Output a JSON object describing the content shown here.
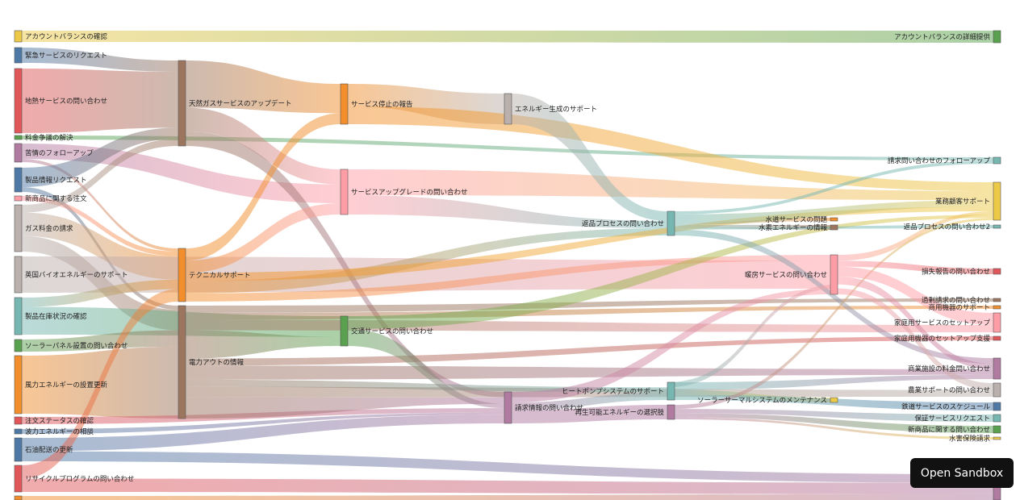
{
  "button": {
    "label": "Open Sandbox"
  },
  "chart_data": {
    "type": "sankey",
    "nodes": [
      {
        "id": "n0",
        "label": "アカウントバランスの確認",
        "color": "#edc948"
      },
      {
        "id": "n1",
        "label": "緊急サービスのリクエスト",
        "color": "#4e79a7"
      },
      {
        "id": "n2",
        "label": "地熱サービスの問い合わせ",
        "color": "#e15759"
      },
      {
        "id": "n3",
        "label": "料金争議の解決",
        "color": "#59a14f"
      },
      {
        "id": "n4",
        "label": "苦情のフォローアップ",
        "color": "#b07aa1"
      },
      {
        "id": "n5",
        "label": "製品情報リクエスト",
        "color": "#4e79a7"
      },
      {
        "id": "n6",
        "label": "新商品に関する注文",
        "color": "#ff9da7"
      },
      {
        "id": "n7",
        "label": "ガス料金の請求",
        "color": "#bab0ac"
      },
      {
        "id": "n8",
        "label": "英国バイオエネルギーのサポート",
        "color": "#bab0ac"
      },
      {
        "id": "n9",
        "label": "製品在庫状況の確認",
        "color": "#76b7b2"
      },
      {
        "id": "n10",
        "label": "ソーラーパネル設置の問い合わせ",
        "color": "#59a14f"
      },
      {
        "id": "n11",
        "label": "風力エネルギーの設置更新",
        "color": "#f28e2b"
      },
      {
        "id": "n12",
        "label": "注文ステータスの確認",
        "color": "#e15759"
      },
      {
        "id": "n13",
        "label": "波力エネルギーの相談",
        "color": "#4e79a7"
      },
      {
        "id": "n14",
        "label": "石油配送の更新",
        "color": "#4e79a7"
      },
      {
        "id": "n15",
        "label": "リサイクルプログラムの問い合わせ",
        "color": "#e15759"
      },
      {
        "id": "n16",
        "label": "",
        "color": "#f28e2b"
      },
      {
        "id": "n17",
        "label": "天然ガスサービスのアップデート",
        "color": "#9c755f"
      },
      {
        "id": "n18",
        "label": "テクニカルサポート",
        "color": "#f28e2b"
      },
      {
        "id": "n19",
        "label": "電力アウトの情報",
        "color": "#9c755f"
      },
      {
        "id": "n20",
        "label": "サービス停止の報告",
        "color": "#f28e2b"
      },
      {
        "id": "n21",
        "label": "サービスアップグレードの問い合わせ",
        "color": "#ff9da7"
      },
      {
        "id": "n22",
        "label": "交通サービスの問い合わせ",
        "color": "#59a14f"
      },
      {
        "id": "n23",
        "label": "エネルギー生成のサポート",
        "color": "#bab0ac"
      },
      {
        "id": "n24",
        "label": "請求情報の問い合わせ",
        "color": "#b07aa1"
      },
      {
        "id": "n25",
        "label": "返品プロセスの問い合わせ",
        "color": "#76b7b2"
      },
      {
        "id": "n26",
        "label": "ヒートポンプシステムのサポート",
        "color": "#76b7b2"
      },
      {
        "id": "n27",
        "label": "再生可能エネルギーの選択肢",
        "color": "#b07aa1"
      },
      {
        "id": "n28",
        "label": "水道サービスの問題",
        "color": "#f28e2b"
      },
      {
        "id": "n29",
        "label": "水素エネルギーの情報",
        "color": "#9c755f"
      },
      {
        "id": "n30",
        "label": "暖房サービスの問い合わせ",
        "color": "#ff9da7"
      },
      {
        "id": "n31",
        "label": "ソーラーサーマルシステムのメンテナンス",
        "color": "#edc948"
      },
      {
        "id": "n32",
        "label": "アカウントバランスの詳細提供",
        "color": "#59a14f"
      },
      {
        "id": "n33",
        "label": "請求問い合わせのフォローアップ",
        "color": "#76b7b2"
      },
      {
        "id": "n34",
        "label": "業務顧客サポート",
        "color": "#edc948"
      },
      {
        "id": "n35",
        "label": "返品プロセスの問い合わせ2",
        "color": "#76b7b2"
      },
      {
        "id": "n36",
        "label": "損失報告の問い合わせ",
        "color": "#e15759"
      },
      {
        "id": "n37",
        "label": "過剰請求の問い合わせ",
        "color": "#9c755f"
      },
      {
        "id": "n38",
        "label": "商用機器のサポート",
        "color": "#f28e2b"
      },
      {
        "id": "n39",
        "label": "家庭用サービスのセットアップ",
        "color": "#ff9da7"
      },
      {
        "id": "n40",
        "label": "家庭用機器のセットアップ支援",
        "color": "#e15759"
      },
      {
        "id": "n41",
        "label": "商業施設の料金問い合わせ",
        "color": "#b07aa1"
      },
      {
        "id": "n42",
        "label": "農業サポートの問い合わせ",
        "color": "#bab0ac"
      },
      {
        "id": "n43",
        "label": "鉄道サービスのスケジュール",
        "color": "#4e79a7"
      },
      {
        "id": "n44",
        "label": "保証サービスリクエスト",
        "color": "#76b7b2"
      },
      {
        "id": "n45",
        "label": "新商品に関する問い合わせ",
        "color": "#59a14f"
      },
      {
        "id": "n46",
        "label": "水害保険請求",
        "color": "#edc948"
      },
      {
        "id": "n47",
        "label": "",
        "color": "#b07aa1"
      }
    ],
    "links": [
      {
        "source": "n0",
        "target": "n32",
        "value": 8
      },
      {
        "source": "n1",
        "target": "n17",
        "value": 8
      },
      {
        "source": "n2",
        "target": "n17",
        "value": 40
      },
      {
        "source": "n3",
        "target": "n33",
        "value": 2
      },
      {
        "source": "n4",
        "target": "n21",
        "value": 10
      },
      {
        "source": "n4",
        "target": "n18",
        "value": 2
      },
      {
        "source": "n5",
        "target": "n17",
        "value": 8
      },
      {
        "source": "n5",
        "target": "n19",
        "value": 2
      },
      {
        "source": "n6",
        "target": "n18",
        "value": 3
      },
      {
        "source": "n7",
        "target": "n17",
        "value": 5
      },
      {
        "source": "n7",
        "target": "n18",
        "value": 15
      },
      {
        "source": "n7",
        "target": "n19",
        "value": 10
      },
      {
        "source": "n8",
        "target": "n30",
        "value": 20
      },
      {
        "source": "n9",
        "target": "n18",
        "value": 6
      },
      {
        "source": "n9",
        "target": "n22",
        "value": 18
      },
      {
        "source": "n10",
        "target": "n19",
        "value": 8
      },
      {
        "source": "n11",
        "target": "n19",
        "value": 35
      },
      {
        "source": "n12",
        "target": "n24",
        "value": 4
      },
      {
        "source": "n13",
        "target": "n24",
        "value": 2
      },
      {
        "source": "n14",
        "target": "n24",
        "value": 8
      },
      {
        "source": "n14",
        "target": "n47",
        "value": 6
      },
      {
        "source": "n15",
        "target": "n18",
        "value": 8
      },
      {
        "source": "n15",
        "target": "n47",
        "value": 8
      },
      {
        "source": "n16",
        "target": "n47",
        "value": 4
      },
      {
        "source": "n17",
        "target": "n20",
        "value": 16
      },
      {
        "source": "n17",
        "target": "n21",
        "value": 8
      },
      {
        "source": "n17",
        "target": "n24",
        "value": 5
      },
      {
        "source": "n18",
        "target": "n20",
        "value": 6
      },
      {
        "source": "n18",
        "target": "n21",
        "value": 6
      },
      {
        "source": "n18",
        "target": "n30",
        "value": 4
      },
      {
        "source": "n18",
        "target": "n25",
        "value": 6
      },
      {
        "source": "n18",
        "target": "n34",
        "value": 4
      },
      {
        "source": "n19",
        "target": "n22",
        "value": 8
      },
      {
        "source": "n19",
        "target": "n24",
        "value": 6
      },
      {
        "source": "n19",
        "target": "n37",
        "value": 2
      },
      {
        "source": "n19",
        "target": "n38",
        "value": 2
      },
      {
        "source": "n19",
        "target": "n39",
        "value": 3
      },
      {
        "source": "n19",
        "target": "n40",
        "value": 2
      },
      {
        "source": "n19",
        "target": "n41",
        "value": 4
      },
      {
        "source": "n19",
        "target": "n42",
        "value": 3
      },
      {
        "source": "n19",
        "target": "n26",
        "value": 2
      },
      {
        "source": "n20",
        "target": "n23",
        "value": 10
      },
      {
        "source": "n20",
        "target": "n34",
        "value": 8
      },
      {
        "source": "n21",
        "target": "n25",
        "value": 6
      },
      {
        "source": "n21",
        "target": "n34",
        "value": 8
      },
      {
        "source": "n22",
        "target": "n24",
        "value": 4
      },
      {
        "source": "n22",
        "target": "n34",
        "value": 3
      },
      {
        "source": "n23",
        "target": "n25",
        "value": 8
      },
      {
        "source": "n24",
        "target": "n30",
        "value": 4
      },
      {
        "source": "n24",
        "target": "n27",
        "value": 5
      },
      {
        "source": "n24",
        "target": "n26",
        "value": 3
      },
      {
        "source": "n25",
        "target": "n28",
        "value": 1
      },
      {
        "source": "n25",
        "target": "n29",
        "value": 2
      },
      {
        "source": "n25",
        "target": "n33",
        "value": 2
      },
      {
        "source": "n25",
        "target": "n34",
        "value": 6
      },
      {
        "source": "n25",
        "target": "n35",
        "value": 1
      },
      {
        "source": "n25",
        "target": "n41",
        "value": 4
      },
      {
        "source": "n26",
        "target": "n41",
        "value": 3
      },
      {
        "source": "n26",
        "target": "n31",
        "value": 2
      },
      {
        "source": "n26",
        "target": "n43",
        "value": 2
      },
      {
        "source": "n27",
        "target": "n44",
        "value": 2
      },
      {
        "source": "n27",
        "target": "n45",
        "value": 2
      },
      {
        "source": "n27",
        "target": "n46",
        "value": 1
      },
      {
        "source": "n27",
        "target": "n34",
        "value": 2
      },
      {
        "source": "n30",
        "target": "n36",
        "value": 3
      },
      {
        "source": "n30",
        "target": "n39",
        "value": 5
      },
      {
        "source": "n30",
        "target": "n41",
        "value": 4
      },
      {
        "source": "n30",
        "target": "n42",
        "value": 3
      },
      {
        "source": "n30",
        "target": "n34",
        "value": 3
      },
      {
        "source": "n30",
        "target": "n26",
        "value": 2
      }
    ]
  }
}
